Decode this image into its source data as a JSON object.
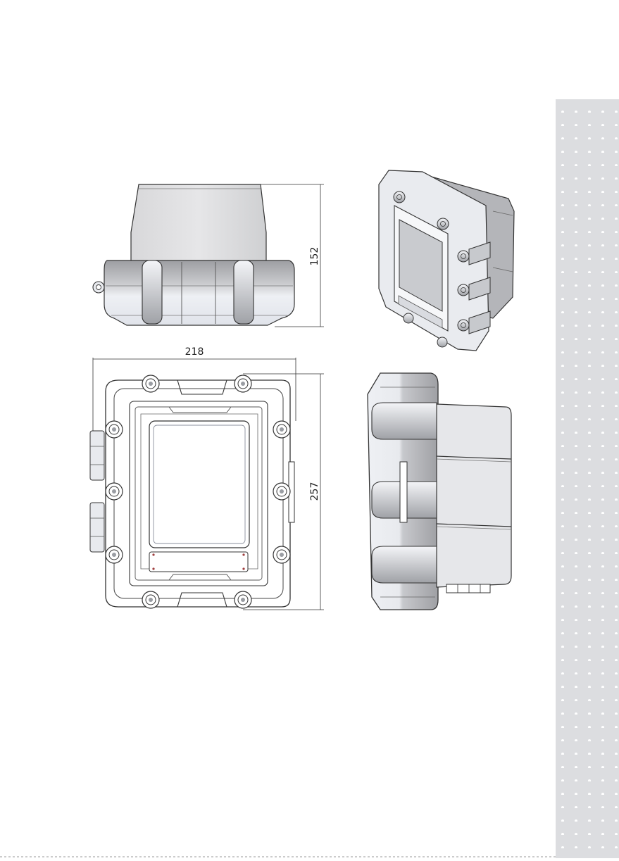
{
  "dimensions": {
    "height_top_view": "152",
    "width_front_view": "218",
    "height_front_view": "257"
  },
  "colors": {
    "line": "#333333",
    "body_dark": "#a8a8ac",
    "body_mid": "#d6d6da",
    "body_light": "#eef0f4",
    "window": "#c9cbcf",
    "sidebar": "#dcdde0",
    "sidebar_dot": "#ffffff"
  }
}
